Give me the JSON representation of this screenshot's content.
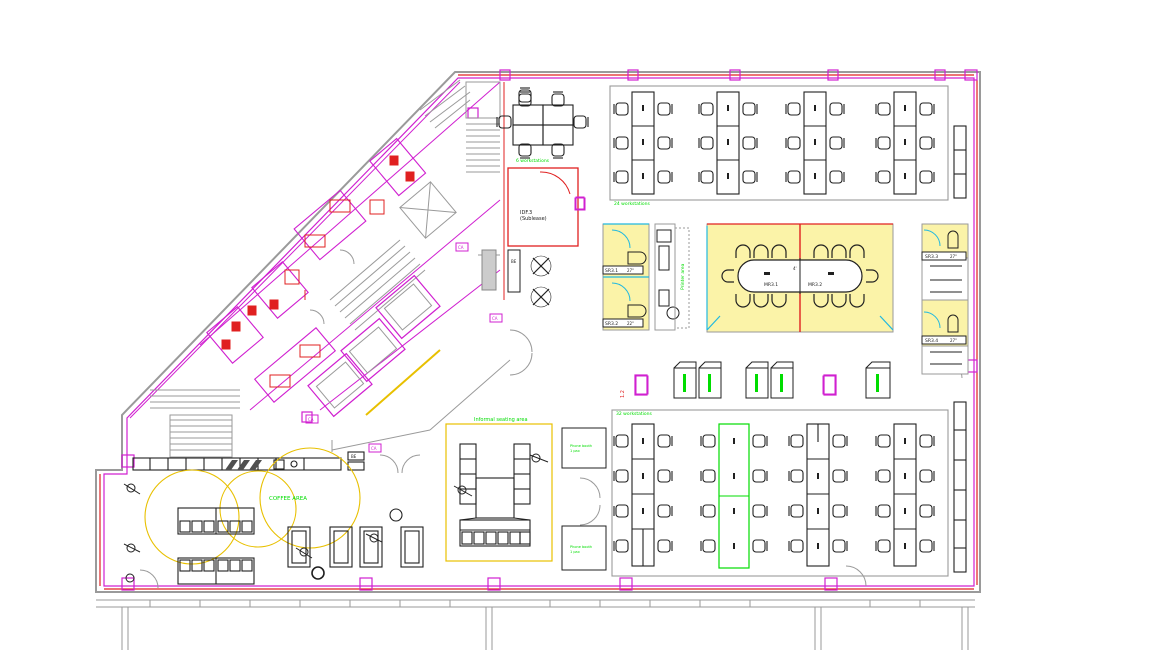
{
  "labels": {
    "six_workstations": "6 workstations",
    "twentyfour_workstations": "24 workstations",
    "idf": "IDF.3",
    "idf_sub": "(Sublease)",
    "printer": "Printer area",
    "mr31": "MR3.1",
    "mr32": "MR3.2",
    "size_4": "4'",
    "sr31": "SR3.1",
    "sr31_dim": "27\"",
    "sr32": "SR3.2",
    "sr32_dim": "22\"",
    "sr33": "SR3.3",
    "sr33_dim": "27\"",
    "sr34": "SR3.4",
    "sr34_dim": "27\"",
    "informal": "Informal seating area",
    "thirtytwo_workstations": "32 workstations",
    "coffee": "COFFEE AREA",
    "phone_booth_1": "Phone booth",
    "phone_booth_1b": "1 pax",
    "phone_booth_2": "Phone booth",
    "phone_booth_2b": "1 pax",
    "be": "BE",
    "ca": "CA",
    "dim_12": "1.2"
  },
  "colors": {
    "wall": "#9a9a9a",
    "partition": "#d020d0",
    "red": "#e02020",
    "green": "#00dd00",
    "yellow": "#e8c000",
    "cyan": "#20b8e0",
    "meeting_fill": "#fbf3a8",
    "dark": "#202020"
  }
}
